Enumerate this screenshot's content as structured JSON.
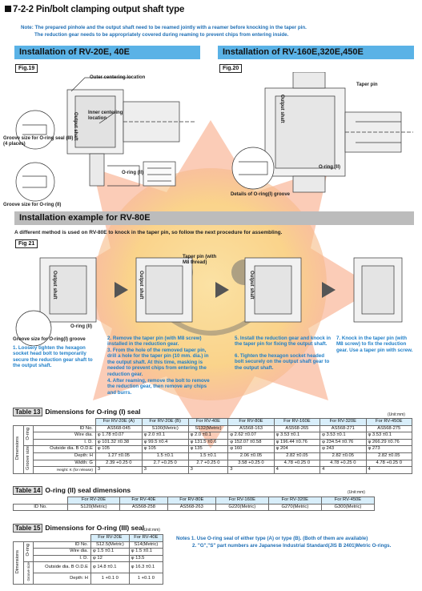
{
  "title": "7-2-2 Pin/bolt clamping output shaft type",
  "note": {
    "line1": "Note: The prepared pinhole and the output shaft need to be reamed jointly with a reamer before knocking in the taper pin.",
    "line2": "The reduction gear needs to be appropriately covered during reaming to prevent chips from entering inside."
  },
  "sec1": {
    "heading_left": "Installation of RV-20E, 40E",
    "heading_right": "Installation of RV-160E,320E,450E",
    "fig19": "Fig.19",
    "fig20": "Fig.20",
    "outer_centering": "Outer centering location",
    "output_shaft": "Output shaft",
    "inner_centering": "Inner centering location",
    "groove_o_ring_3": "Groove size for O-ring seal (III) (4 places)",
    "o_ring_ii": "O-ring (II)",
    "groove_o_ring_2": "Groove size for O-ring (II)",
    "taper_pin": "Taper pin",
    "o_ring_ii_r": "O-ring (II)",
    "details_o_ring_i": "Details of O-ring(I) groove"
  },
  "sec2": {
    "heading": "Installation example for RV-80E",
    "intro": "A different method is used on RV-80E to knock in the taper pin, so follow the next procedure for assembling.",
    "fig21": "Fig 21",
    "taper_pin_m8": "Taper pin (with M8 thread)",
    "output_shaft": "Output shaft",
    "o_ring_ii": "O-ring (II)",
    "groove_o_ring_i": "Groove size for O-ring(I) groove",
    "step1": "1. Loosely tighten the hexagon socket head bolt to temporarily secure the reduction gear shaft to the output shaft.",
    "step2": "2. Remove the taper pin (with M8 screw) installed in the reduction gear.",
    "step3": "3. From the hole of the removed taper pin, drill a hole for the taper pin (10 mm. dia.) in the output shaft. At this time, masking is needed to prevent chips from entering the reduction gear.",
    "step4": "4. After reaming, remove the bolt to remove the reduction gear, then remove any chips and burrs.",
    "step5": "5. Install the reduction gear and knock in the taper pin for fixing the output shaft.",
    "step6": "6. Tighten the hexagon socket headed bolt securely on the output shaft gear to the output shaft.",
    "step7": "7. Knock in the taper pin (with M8 screw) to fix the reduction gear. Use a taper pin with screw."
  },
  "table13": {
    "tag": "Table 13",
    "title": "Dimensions for O-ring (I) seal",
    "unit": "(Unit:mm)",
    "columns": [
      "For RV-20E (A)",
      "For RV-20E (B)",
      "For RV-40E",
      "For RV-80E",
      "For RV-160E",
      "For RV-320E",
      "For RV-450E"
    ],
    "side_oring": "O-ring",
    "side_dims": "Dimensions",
    "side_groove": "Groove size",
    "rows": [
      {
        "label": "ID No.",
        "cells": [
          "AS568-045",
          "S100(Metric)",
          "S132(Metric)",
          "AS568-163",
          "AS568-265",
          "AS568-271",
          "AS568-275"
        ]
      },
      {
        "label": "Wire dia.",
        "cells": [
          "φ 1.78 ±0.07",
          "φ 2.0 ±0.1",
          "φ 2.0 ±0.1",
          "φ 2.62 ±0.07",
          "φ 3.53 ±0.1",
          "φ 3.53 ±0.1",
          "φ 3.53 ±0.1"
        ]
      },
      {
        "label": "I. D.",
        "cells": [
          "φ 101.32 ±0.38",
          "φ 99.5 ±0.4",
          "φ 131.5 ±0.6",
          "φ 152.07 ±0.58",
          "φ 196.44 ±0.76",
          "φ 234.54 ±0.76",
          "φ 266.29 ±0.76"
        ]
      },
      {
        "label": "Outside dia. B O.D.E",
        "cells": [
          "φ 105",
          "φ 105",
          "φ 135",
          "φ 160",
          "φ 204",
          "φ 243",
          "φ 273"
        ]
      },
      {
        "label": "Depth: H",
        "cells": [
          "1.27 ±0.05",
          "1.5 ±0.1",
          "1.5 ±0.1",
          "2.06 ±0.05",
          "2.82 ±0.05",
          "2.82 ±0.05",
          "2.82 ±0.05"
        ]
      },
      {
        "label": "Width: G",
        "cells": [
          "2.39 +0.25 0",
          "2.7 +0.25 0",
          "2.7 +0.25 0",
          "3.58 +0.25 0",
          "4.78 +0.25 0",
          "4.78 +0.25 0",
          "4.78 +0.25 0"
        ]
      },
      {
        "label": "Height: K (for release)",
        "cells": [
          "3",
          "3",
          "3",
          "3",
          "4",
          "4",
          "4"
        ]
      }
    ]
  },
  "table14": {
    "tag": "Table 14",
    "title": "O-ring (II) seal dimensions",
    "unit": "(Unit:mm)",
    "columns": [
      "For RV-20E",
      "For RV-40E",
      "For RV-80E",
      "For RV-160E",
      "For RV-320E",
      "For RV-450E"
    ],
    "row_label": "ID No.",
    "cells": [
      "S120(Metric)",
      "AS568-258",
      "AS568-263",
      "G220(Metric)",
      "G270(Metric)",
      "G300(Metric)"
    ]
  },
  "table15": {
    "tag": "Table 15",
    "title": "Dimensions for O-ring (III) seal",
    "unit": "(Unit:mm)",
    "columns": [
      "For RV-20E",
      "For RV-40E"
    ],
    "side_oring": "O-ring",
    "side_dims": "Dimensions",
    "side_groove": "Groove size",
    "rows": [
      {
        "label": "ID No.",
        "cells": [
          "S12.5(Metric)",
          "S14(Metric)"
        ]
      },
      {
        "label": "Wire dia.",
        "cells": [
          "φ 1.5 ±0.1",
          "φ 1.5 ±0.1"
        ]
      },
      {
        "label": "I. D.",
        "cells": [
          "φ 12",
          "φ 13.5"
        ]
      },
      {
        "label": "Outside dia. B O.D.E",
        "cells": [
          "φ 14.8 ±0.1",
          "φ 16.3 ±0.1"
        ]
      },
      {
        "label": "Depth: H",
        "cells": [
          "1 +0.1 0",
          "1 +0.1 0"
        ]
      }
    ]
  },
  "notes_bottom": {
    "n1": "Notes 1. Use O-ring seal of either type (A) or type (B). (Both of them are available)",
    "n2": "2. \"G\",\"S\" part numbers are Japanese Industrial Standard(JIS B 2401)Metric O-rings."
  },
  "colors": {
    "accent_blue": "#5ab2e6",
    "note_blue": "#1f6fb5",
    "step_blue": "#1f7fc8",
    "watermark_orange": "#f7a07a",
    "watermark_yellow": "#f9dc7c"
  }
}
